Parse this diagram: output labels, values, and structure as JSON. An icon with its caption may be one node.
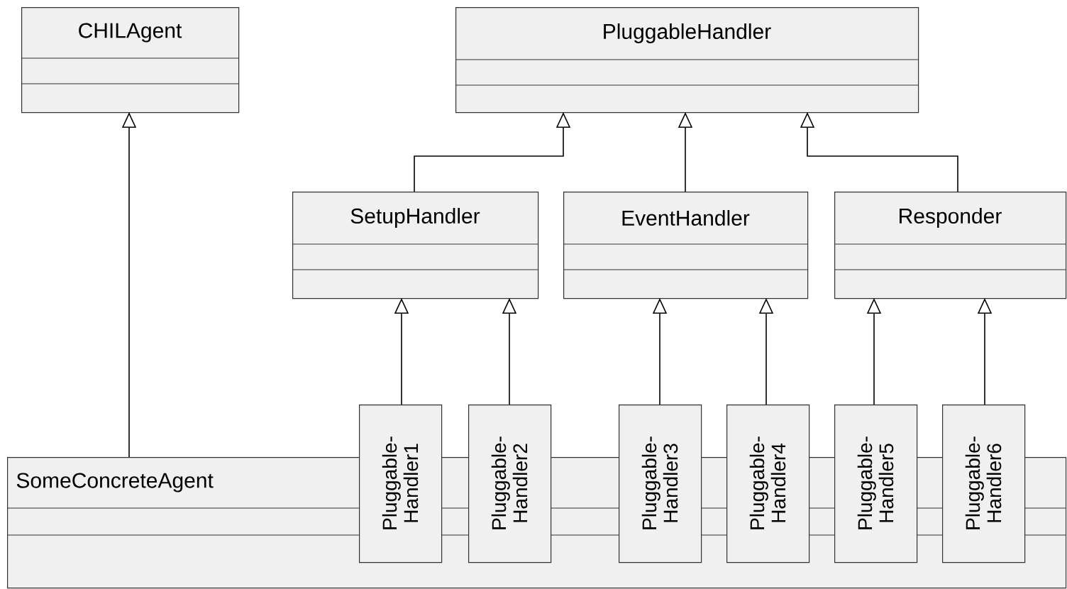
{
  "diagram": {
    "nodes": [
      {
        "text": [
          "CHILAgent"
        ]
      },
      {
        "text": [
          "PluggableHandler"
        ]
      },
      {
        "text": [
          "SetupHandler"
        ]
      },
      {
        "text": [
          "EventHandler"
        ]
      },
      {
        "text": [
          "Responder"
        ]
      },
      {
        "text": [
          "SomeConcreteAgent"
        ]
      },
      {
        "text": [
          "Pluggable- Handler1"
        ]
      },
      {
        "text": [
          "Pluggable- Handler2"
        ]
      },
      {
        "text": [
          "Pluggable- Handler3"
        ]
      },
      {
        "text": [
          "Pluggable- Handler4"
        ]
      },
      {
        "text": [
          "Pluggable- Handler5"
        ]
      },
      {
        "text": [
          "Pluggable- Handler6"
        ]
      }
    ],
    "edges": [
      {
        "from": 5,
        "to": 0,
        "arrow": "to"
      },
      {
        "from": 2,
        "to": 1,
        "arrow": "to"
      },
      {
        "from": 3,
        "to": 1,
        "arrow": "to"
      },
      {
        "from": 4,
        "to": 1,
        "arrow": "to"
      },
      {
        "from": 6,
        "to": 2,
        "arrow": "to"
      },
      {
        "from": 7,
        "to": 2,
        "arrow": "to"
      },
      {
        "from": 8,
        "to": 3,
        "arrow": "to"
      },
      {
        "from": 9,
        "to": 3,
        "arrow": "to"
      },
      {
        "from": 10,
        "to": 4,
        "arrow": "to"
      },
      {
        "from": 11,
        "to": 4,
        "arrow": "to"
      }
    ]
  }
}
